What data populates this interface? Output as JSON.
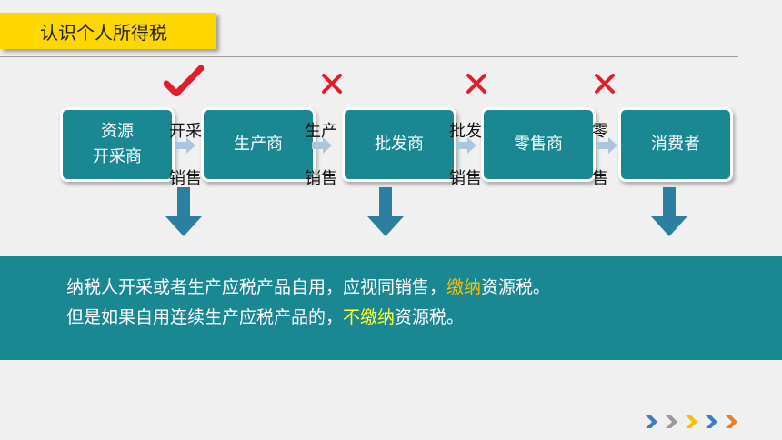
{
  "title": "认识个人所得税",
  "flow": {
    "boxes": [
      {
        "line1": "资源",
        "line2": "开采商"
      },
      {
        "line1": "生产商"
      },
      {
        "line1": "批发商"
      },
      {
        "line1": "零售商"
      },
      {
        "line1": "消费者"
      }
    ],
    "steps": [
      {
        "top": "开采",
        "bottom": "销售"
      },
      {
        "top": "生产",
        "bottom": "销售"
      },
      {
        "top": "批发",
        "bottom": "销售"
      },
      {
        "top": "零",
        "bottom": "售"
      }
    ],
    "marks": [
      "check",
      "cross",
      "cross",
      "cross"
    ]
  },
  "note": {
    "line1_a": "纳税人开采或者生产应税产品自用，应视同销售，",
    "line1_hl": "缴纳",
    "line1_b": "资源税。",
    "line2_a": "但是如果自用连续生产应税产品的，",
    "line2_hl": "不缴纳",
    "line2_b": "资源税。"
  },
  "colors": {
    "accent": "#198893",
    "title_bg": "#ffd700",
    "check": "#e41c2b",
    "highlight_orange": "#ffc000",
    "highlight_yellow": "#ffff33"
  },
  "icons": [
    "check-icon",
    "cross-icon",
    "chevron-right-icon",
    "arrow-down-icon"
  ]
}
